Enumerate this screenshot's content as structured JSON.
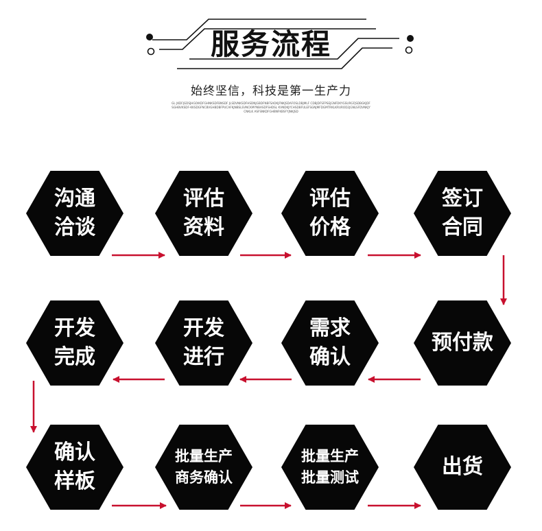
{
  "header": {
    "title": "服务流程",
    "subtitle": "始终坚信，科技是第一生产力",
    "fine_text": "GL JKDFJGDSJHGOIKDFGHNKSDFBNSDF JLSDVNKSDFHSDNJGBDFNBFSADKJFNKJSDAFOSLDBJMLF CDBJDFSFPSEJGNFDKYGSURGFJSDBGKJDFSGHBVKSDF-KKSDGFNCBVGHBDBFPUCAFKJNBSLSVNCKMYNBASDFSHDSL KVNDKJYCHSDBFULEFSGNJMFDGMTRKLKRUROD2JGNLSFDVNKJYCNKLK ASFSNKDFGHBNFKBSFYJNKJSD"
  },
  "steps": [
    {
      "label": "沟通\n洽谈"
    },
    {
      "label": "评估\n资料"
    },
    {
      "label": "评估\n价格"
    },
    {
      "label": "签订\n合同"
    },
    {
      "label": "预付款"
    },
    {
      "label": "需求\n确认"
    },
    {
      "label": "开发\n进行"
    },
    {
      "label": "开发\n完成"
    },
    {
      "label": "确认\n样板"
    },
    {
      "label": "批量生产\n商务确认"
    },
    {
      "label": "批量生产\n批量测试"
    },
    {
      "label": "出货"
    }
  ],
  "colors": {
    "hexagon": "#070707",
    "arrow": "#c8102e",
    "hexagon_text": "#ffffff"
  }
}
